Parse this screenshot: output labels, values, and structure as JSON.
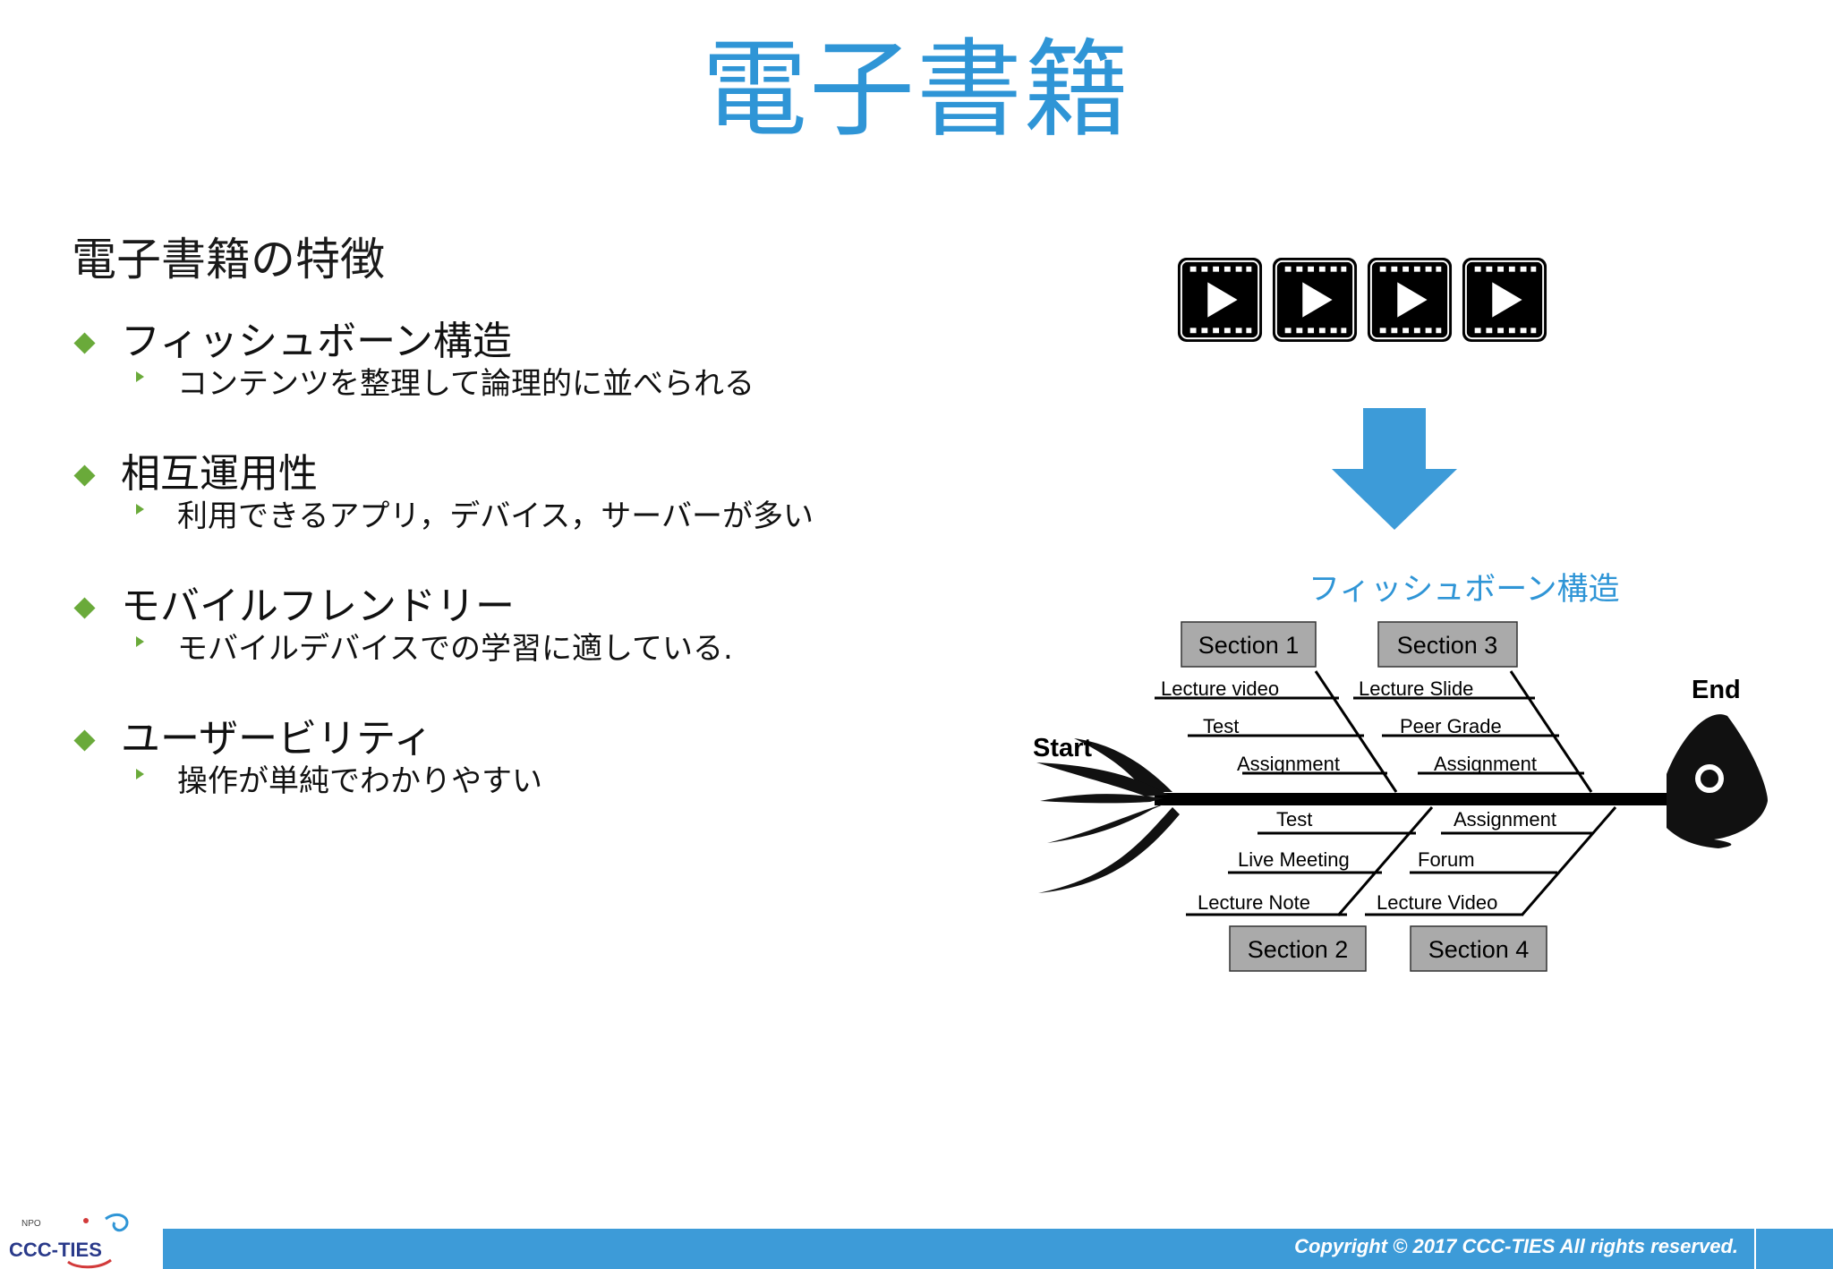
{
  "title": "電子書籍",
  "heading": "電子書籍の特徴",
  "bullets": [
    {
      "main": "フィッシュボーン構造",
      "sub": "コンテンツを整理して論理的に並べられる"
    },
    {
      "main": "相互運用性",
      "sub": "利用できるアプリ，デバイス，サーバーが多い"
    },
    {
      "main": "モバイルフレンドリー",
      "sub": "モバイルデバイスでの学習に適している."
    },
    {
      "main": "ユーザービリティ",
      "sub": "操作が単純でわかりやすい"
    }
  ],
  "icons": {
    "video": "video-play-icon",
    "arrow": "down-arrow-icon"
  },
  "diagram": {
    "caption": "フィッシュボーン構造",
    "start_label": "Start",
    "end_label": "End",
    "sections": {
      "s1": {
        "label": "Section 1",
        "items": [
          "Lecture video",
          "Test",
          "Assignment"
        ]
      },
      "s3": {
        "label": "Section 3",
        "items": [
          "Lecture Slide",
          "Peer Grade",
          "Assignment"
        ]
      },
      "s2": {
        "label": "Section 2",
        "items": [
          "Test",
          "Live Meeting",
          "Lecture Note"
        ]
      },
      "s4": {
        "label": "Section 4",
        "items": [
          "Assignment",
          "Forum",
          "Lecture Video"
        ]
      }
    }
  },
  "footer": {
    "logo_top": "NPO",
    "logo_name": "CCC-TIES",
    "copyright": "Copyright © 2017  CCC-TIES All rights reserved."
  },
  "colors": {
    "accent": "#2f95d6",
    "bullet": "#6aaa3a",
    "footer": "#3d9bd8"
  }
}
